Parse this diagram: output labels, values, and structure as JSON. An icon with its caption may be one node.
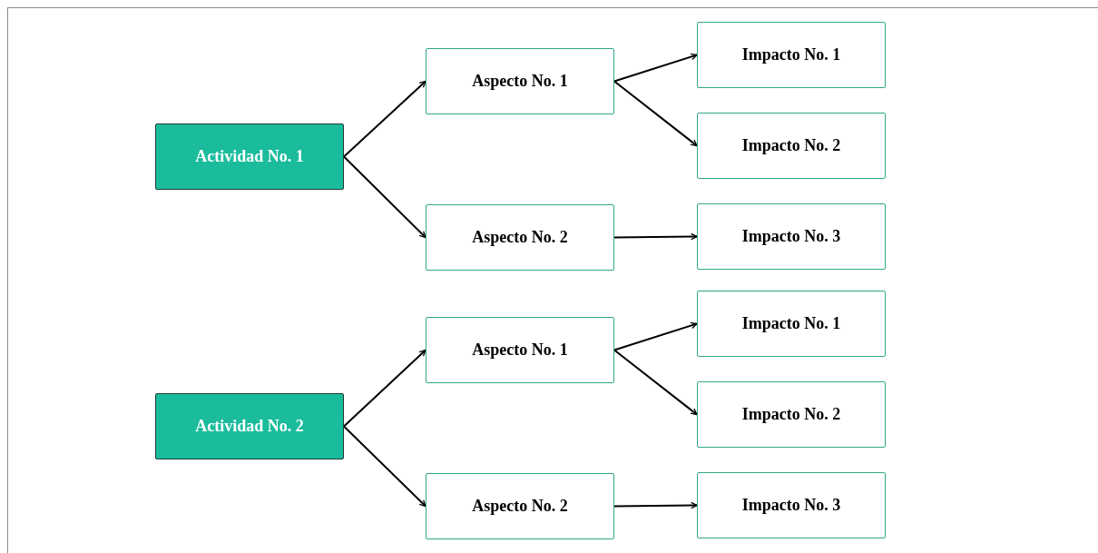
{
  "diagram": {
    "nodes": [
      {
        "text": [
          "Actividad No. 1"
        ]
      },
      {
        "text": [
          "Aspecto No. 1"
        ]
      },
      {
        "text": [
          "Aspecto No. 2"
        ]
      },
      {
        "text": [
          "Impacto No. 1"
        ]
      },
      {
        "text": [
          "Impacto No. 2"
        ]
      },
      {
        "text": [
          "Impacto No. 3"
        ]
      },
      {
        "text": [
          "Actividad No. 2"
        ]
      },
      {
        "text": [
          "Aspecto No. 1"
        ]
      },
      {
        "text": [
          "Aspecto No. 2"
        ]
      },
      {
        "text": [
          "Impacto No. 1"
        ]
      },
      {
        "text": [
          "Impacto No. 2"
        ]
      },
      {
        "text": [
          "Impacto No. 3"
        ]
      }
    ],
    "edges": [
      {
        "from": 0,
        "to": 1,
        "arrow": "to"
      },
      {
        "from": 0,
        "to": 2,
        "arrow": "to"
      },
      {
        "from": 1,
        "to": 3,
        "arrow": "to"
      },
      {
        "from": 1,
        "to": 4,
        "arrow": "to"
      },
      {
        "from": 2,
        "to": 5,
        "arrow": "to"
      },
      {
        "from": 6,
        "to": 7,
        "arrow": "to"
      },
      {
        "from": 6,
        "to": 8,
        "arrow": "to"
      },
      {
        "from": 7,
        "to": 9,
        "arrow": "to"
      },
      {
        "from": 7,
        "to": 10,
        "arrow": "to"
      },
      {
        "from": 8,
        "to": 11,
        "arrow": "to"
      }
    ]
  }
}
